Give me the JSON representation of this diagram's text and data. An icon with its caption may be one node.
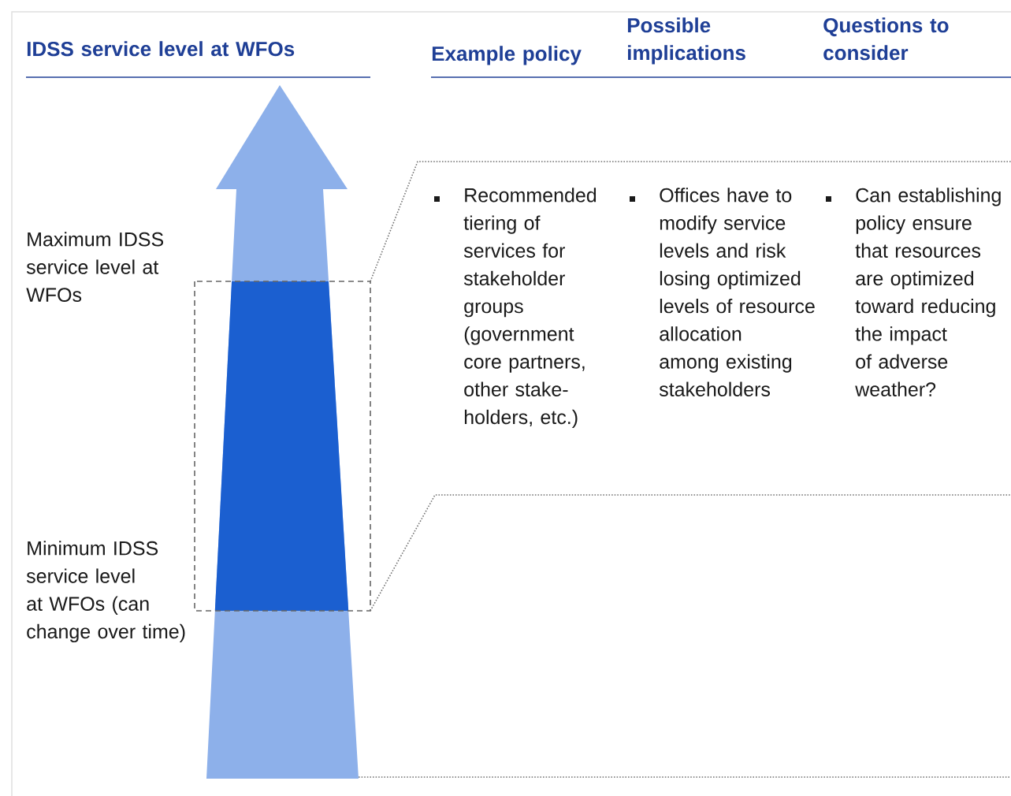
{
  "diagram": {
    "labels": [
      "IDSS service level at WFOs",
      "Example policy",
      "Possible implications",
      "Questions to consider",
      "Recommended tiering of services for stakeholder groups (government core partners, other stake-holders, etc.)",
      "Offices have to modify service levels and risk losing optimized levels of resource allocation among existing stakeholders",
      "Can establishing policy ensure that resources are optimized toward reducing the impact of adverse weather?",
      "Maximum IDSS service level at WFOs",
      "Minimum IDSS service level at WFOs (can change over time)"
    ]
  }
}
